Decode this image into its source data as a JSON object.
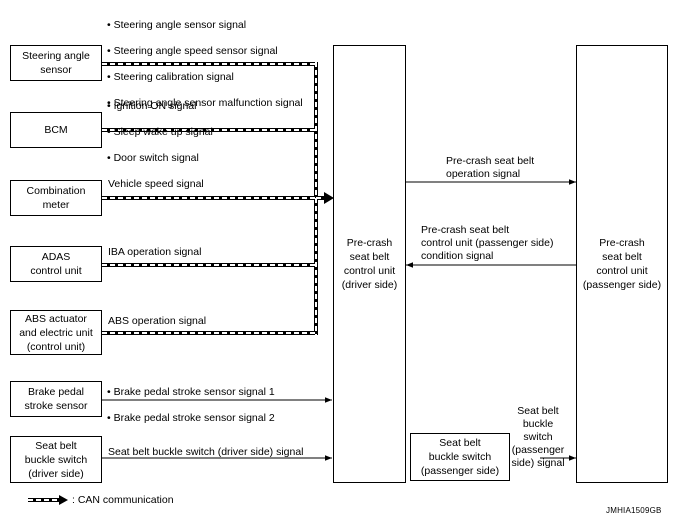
{
  "diagram": {
    "modules": {
      "steering_angle_sensor": "Steering angle\nsensor",
      "bcm": "BCM",
      "combination_meter": "Combination\nmeter",
      "adas_control_unit": "ADAS\ncontrol unit",
      "abs_actuator": "ABS actuator\nand electric unit\n(control unit)",
      "brake_pedal_stroke_sensor": "Brake pedal\nstroke sensor",
      "seat_belt_buckle_switch_driver": "Seat belt\nbuckle switch\n(driver side)",
      "precrash_driver": "Pre-crash\nseat belt\ncontrol unit\n(driver side)",
      "precrash_passenger": "Pre-crash\nseat belt\ncontrol unit\n(passenger side)",
      "seat_belt_buckle_switch_passenger": "Seat belt\nbuckle switch\n(passenger side)"
    },
    "signals": {
      "steering": [
        "Steering angle sensor signal",
        "Steering angle speed sensor signal",
        "Steering calibration signal",
        "Steering angle sensor malfunction signal"
      ],
      "bcm": [
        "Ignition ON signal",
        "Sleep wake up signal",
        "Door switch signal"
      ],
      "vehicle_speed": "Vehicle speed signal",
      "iba_operation": "IBA operation signal",
      "abs_operation": "ABS operation signal",
      "brake_pedal": [
        "Brake pedal stroke sensor signal 1",
        "Brake pedal stroke sensor signal 2"
      ],
      "buckle_driver": "Seat belt buckle switch (driver side) signal",
      "operation_signal": "Pre-crash seat belt\noperation signal",
      "condition_signal": "Pre-crash seat belt\ncontrol unit (passenger side)\ncondition signal",
      "buckle_passenger": "Seat belt\nbuckle switch\n(passenger\nside) signal"
    },
    "legend": {
      "can_label": ": CAN communication"
    },
    "figure_code": "JMHIA1509GB"
  }
}
